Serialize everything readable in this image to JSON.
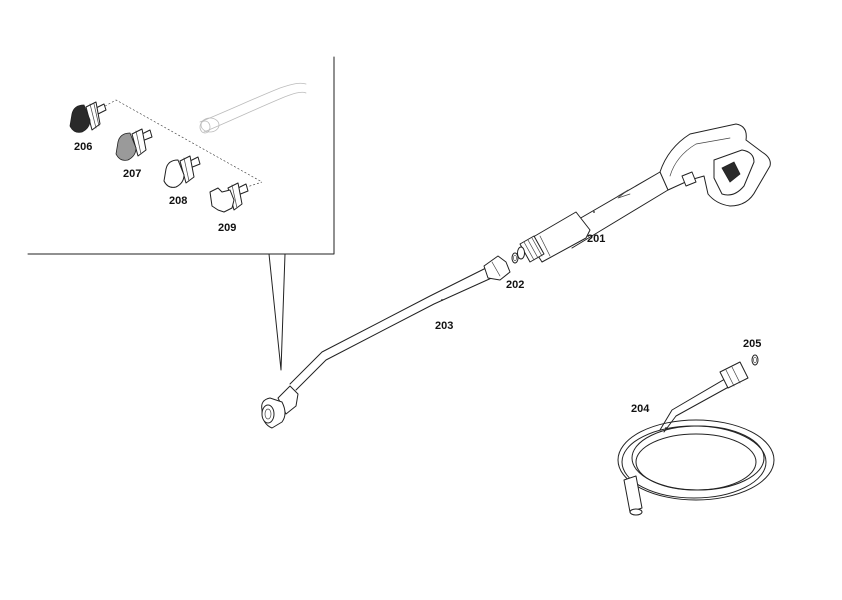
{
  "parts": {
    "p201": "201",
    "p202": "202",
    "p203": "203",
    "p204": "204",
    "p205": "205",
    "p206": "206",
    "p207": "207",
    "p208": "208",
    "p209": "209"
  }
}
